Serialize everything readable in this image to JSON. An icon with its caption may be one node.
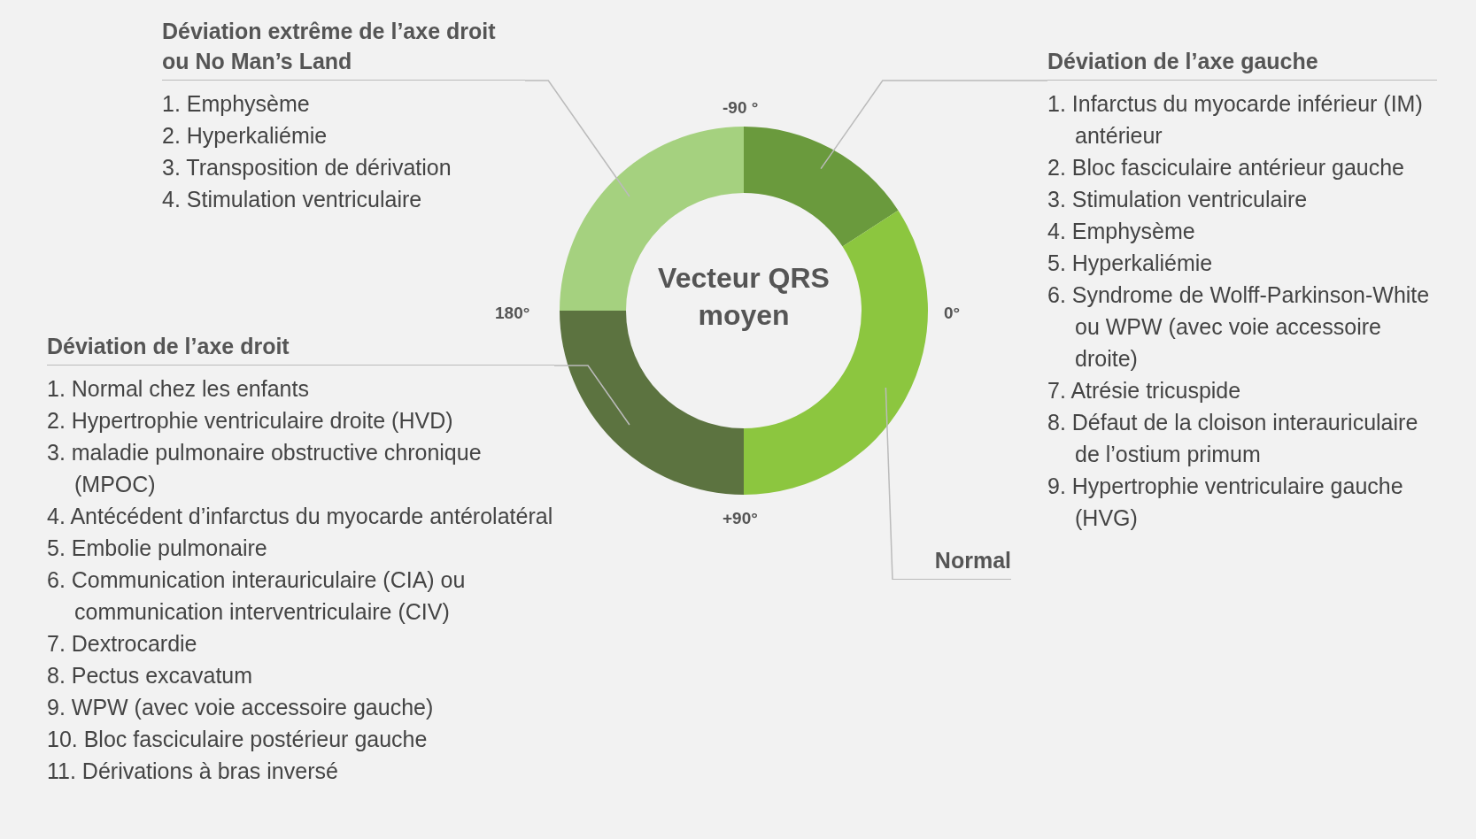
{
  "diagram": {
    "nodes": [
      {
        "text": [
          "Déviation extrême de l’axe droit ou No Man’s Land",
          "1. Emphysème",
          "2. Hyperkaliémie",
          "3. Transposition de dérivation",
          "4. Stimulation ventriculaire"
        ]
      },
      {
        "text": [
          "Déviation de l’axe gauche",
          "1. Infarctus du myocarde inférieur (IM) antérieur",
          "2. Bloc fasciculaire antérieur gauche",
          "3. Stimulation ventriculaire",
          "4. Emphysème",
          "5. Hyperkaliémie",
          "6. Syndrome de Wolff-Parkinson-White ou WPW (avec voie accessoire droite)",
          "7. Atrésie tricuspide",
          "8. Défaut de la cloison interauriculaire de l’ostium primum",
          "9. Hypertrophie ventriculaire gauche (HVG)"
        ]
      },
      {
        "text": [
          "Déviation de l’axe droit",
          "1. Normal chez les enfants",
          "2. Hypertrophie ventriculaire droite (HVD)",
          "3. maladie pulmonaire obstructive chronique (MPOC)",
          "4. Antécédent d’infarctus du myocarde antérolatéral",
          "5. Embolie pulmonaire",
          "6. Communication interauriculaire (CIA) ou communication interventriculaire (CIV)",
          "7. Dextrocardie",
          "8. Pectus excavatum",
          "9. WPW (avec voie accessoire gauche)",
          "10. Bloc fasciculaire postérieur gauche",
          "11. Dérivations à bras inversé"
        ]
      },
      {
        "text": [
          "Normal"
        ]
      },
      {
        "text": [
          "Vecteur QRS moyen"
        ]
      },
      {
        "text": [],
        "shape": "arc"
      },
      {
        "text": [],
        "shape": "arc"
      },
      {
        "text": [],
        "shape": "arc"
      },
      {
        "text": [],
        "shape": "arc"
      }
    ],
    "edges": [
      {
        "from": 0,
        "to": 5,
        "arrow": "none"
      },
      {
        "from": 1,
        "to": 6,
        "arrow": "none"
      },
      {
        "from": 2,
        "to": 7,
        "arrow": "none"
      },
      {
        "from": 3,
        "to": 8,
        "arrow": "none"
      }
    ],
    "labels": [
      "-90 °",
      "180°",
      "0°",
      "+90°"
    ]
  }
}
